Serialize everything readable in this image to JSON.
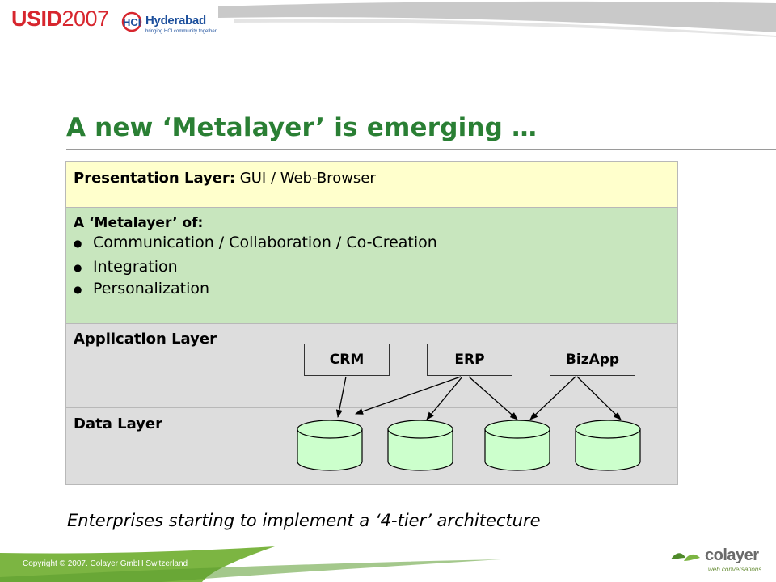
{
  "header": {
    "usid_text": "USID",
    "usid_year": "2007",
    "hci_name": "Hyderabad",
    "hci_badge_text": "HCI",
    "hci_tagline": "bringing HCI community together...",
    "colors": {
      "red": "#d7262e",
      "blue": "#1c4f9c"
    }
  },
  "title": "A new ‘Metalayer’ is emerging …",
  "diagram": {
    "presentation": {
      "label": "Presentation Layer:",
      "detail": " GUI / Web-Browser"
    },
    "metalayer": {
      "heading": "A ‘Metalayer’ of:",
      "bullets": [
        "Communication / Collaboration / Co-Creation",
        "Integration",
        "Personalization"
      ]
    },
    "application": {
      "label": "Application Layer",
      "apps": [
        "CRM",
        "ERP",
        "BizApp"
      ]
    },
    "data": {
      "label": "Data Layer",
      "database_count": 4
    },
    "colors": {
      "presentation": "#ffffcc",
      "metalayer": "#c8e6be",
      "application": "#dddddd",
      "database": "#ccffcc"
    }
  },
  "footnote": "Enterprises starting to implement a ‘4-tier’ architecture",
  "footer": {
    "copyright": "Copyright © 2007. Colayer GmbH Switzerland",
    "brand": "colayer",
    "brand_tagline": "web conversations",
    "colors": {
      "green": "#7cb542"
    }
  }
}
